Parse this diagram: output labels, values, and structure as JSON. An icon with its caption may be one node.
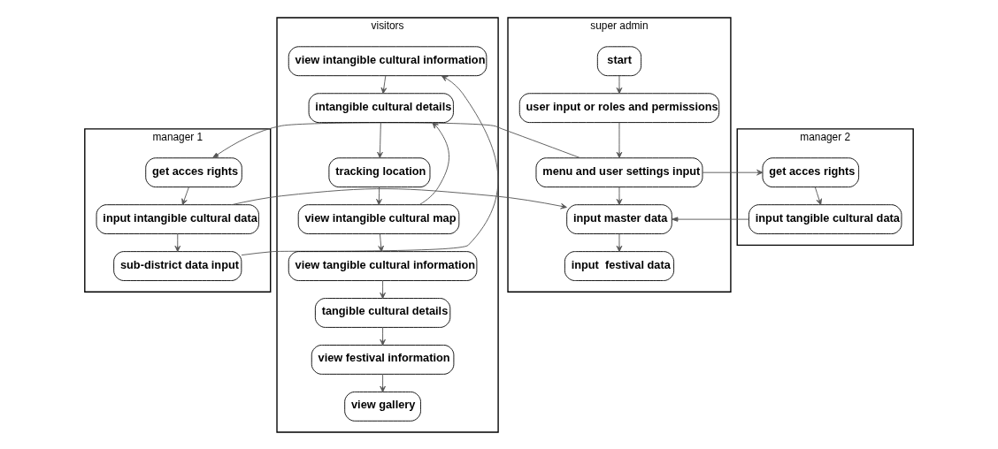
{
  "diagram": {
    "nodes": [
      {
        "text": [
          "manager 1"
        ]
      },
      {
        "text": [
          "get acces rights"
        ],
        "in": 0
      },
      {
        "text": [
          "input intangible cultural data"
        ],
        "in": 0
      },
      {
        "text": [
          "sub-district data input"
        ],
        "in": 0
      },
      {
        "text": [
          "super admin"
        ]
      },
      {
        "text": [
          "start"
        ],
        "in": 4
      },
      {
        "text": [
          "user input or roles and permissions"
        ],
        "in": 4
      },
      {
        "text": [
          "menu and user settings input"
        ],
        "in": 4
      },
      {
        "text": [
          "input master data"
        ],
        "in": 4
      },
      {
        "text": [
          "input  festival data"
        ],
        "in": 4
      },
      {
        "text": [
          "manager 2"
        ]
      },
      {
        "text": [
          "get acces rights"
        ],
        "in": 10
      },
      {
        "text": [
          "input tangible cultural data"
        ],
        "in": 10
      },
      {
        "text": [
          "visitors"
        ]
      },
      {
        "text": [
          "view intangible cultural information"
        ],
        "in": 13
      },
      {
        "text": [
          "intangible cultural details"
        ],
        "in": 13
      },
      {
        "text": [
          "tracking location"
        ],
        "in": 13
      },
      {
        "text": [
          "view intangible cultural map"
        ],
        "in": 13
      },
      {
        "text": [
          "view tangible cultural information"
        ],
        "in": 13
      },
      {
        "text": [
          "tangible cultural details"
        ],
        "in": 13
      },
      {
        "text": [
          "view festival information"
        ],
        "in": 13
      },
      {
        "text": [
          "view gallery"
        ],
        "in": 13
      }
    ],
    "edges": [
      {
        "from": 5,
        "to": 6,
        "arrow": "to"
      },
      {
        "from": 6,
        "to": 7,
        "arrow": "to"
      },
      {
        "from": 7,
        "to": 1,
        "arrow": "to"
      },
      {
        "from": 7,
        "to": 11,
        "arrow": "to"
      },
      {
        "from": 7,
        "to": 8,
        "arrow": "to"
      },
      {
        "from": 1,
        "to": 2,
        "arrow": "to"
      },
      {
        "from": 2,
        "to": 8,
        "arrow": "to"
      },
      {
        "from": 11,
        "to": 12,
        "arrow": "to"
      },
      {
        "from": 12,
        "to": 8,
        "arrow": "to"
      },
      {
        "from": 8,
        "to": 9,
        "arrow": "to"
      },
      {
        "from": 2,
        "to": 3,
        "arrow": "to"
      },
      {
        "from": 3,
        "to": 14,
        "arrow": "to"
      },
      {
        "from": 14,
        "to": 15,
        "arrow": "to"
      },
      {
        "from": 15,
        "to": 16,
        "arrow": "to"
      },
      {
        "from": 16,
        "to": 17,
        "arrow": "to"
      },
      {
        "from": 17,
        "to": 15,
        "arrow": "to"
      },
      {
        "from": 17,
        "to": 18,
        "arrow": "to"
      },
      {
        "from": 18,
        "to": 19,
        "arrow": "to"
      },
      {
        "from": 19,
        "to": 20,
        "arrow": "to"
      },
      {
        "from": 20,
        "to": 21,
        "arrow": "to"
      }
    ]
  }
}
